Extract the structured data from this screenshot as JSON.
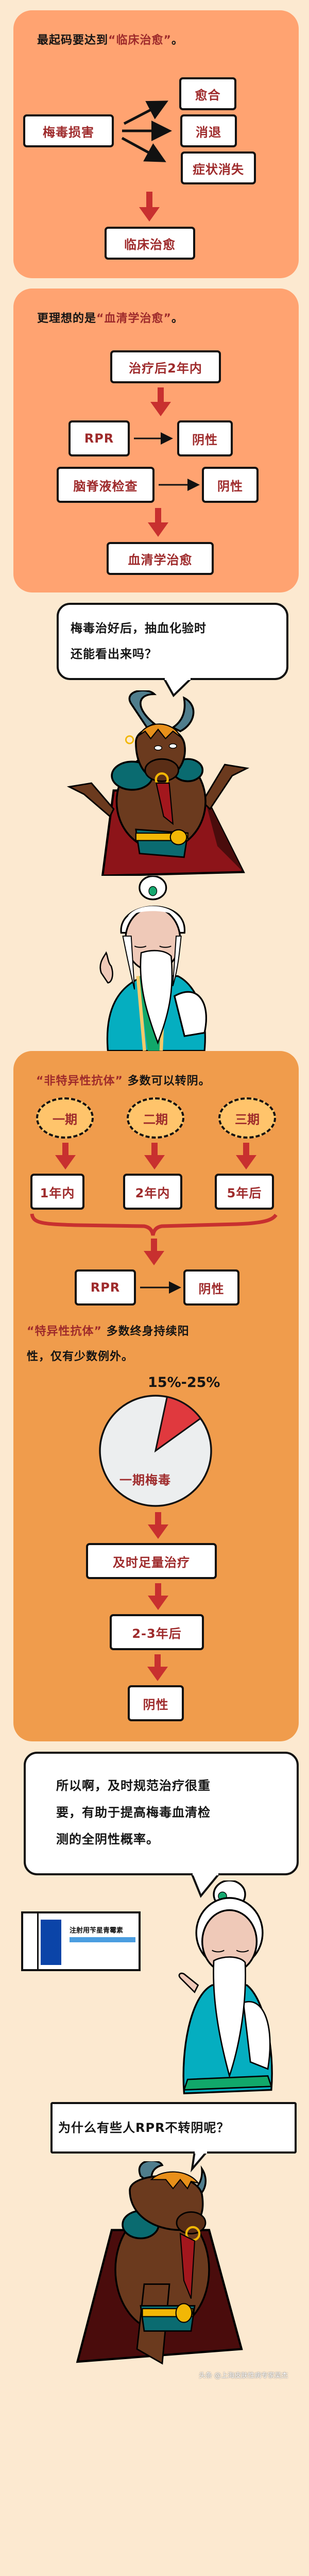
{
  "section1": {
    "title_prefix": "最起码要达到",
    "title_highlight": "“临床治愈”",
    "title_suffix": "。",
    "source": "梅毒损害",
    "outcomes": [
      "愈合",
      "消退",
      "症状消失"
    ],
    "result": "临床治愈"
  },
  "section2": {
    "title_prefix": "更理想的是",
    "title_highlight": "“血清学治愈”",
    "title_suffix": "。",
    "timeframe": "治疗后2年内",
    "test1": "RPR",
    "test1_result": "阴性",
    "test2": "脑脊液检查",
    "test2_result": "阴性",
    "result": "血清学治愈"
  },
  "bubble1": {
    "line1": "梅毒治好后，抽血化验时",
    "line2": "还能看出来吗？"
  },
  "section3": {
    "title_highlight": "“非特异性抗体”",
    "title_suffix": "多数可以转阴。",
    "stages": [
      {
        "stage": "一期",
        "time": "1年内"
      },
      {
        "stage": "二期",
        "time": "2年内"
      },
      {
        "stage": "三期",
        "time": "5年后"
      }
    ],
    "test": "RPR",
    "test_result": "阴性",
    "text2_highlight": "“特异性抗体”",
    "text2_line1": "多数终身持续阳",
    "text2_line2": "性，仅有少数例外。",
    "pie": {
      "percent_label": "15%-25%",
      "label": "一期梅毒",
      "slice_color": "#e0393e",
      "base_color": "#eceeef"
    },
    "step1": "及时足量治疗",
    "step2": "2-3年后",
    "final": "阴性"
  },
  "bubble2": {
    "line1": "所以啊，及时规范治疗很重",
    "line2": "要，有助于提高梅毒血清检",
    "line3": "测的全阴性概率。"
  },
  "medicine_box": {
    "label": "注射用苄星青霉素"
  },
  "bubble3": {
    "text": "为什么有些人RPR不转阴呢？"
  },
  "watermark": "头条 @上海皮肤性病专家吴杰",
  "colors": {
    "background": "#fce9d0",
    "panel": "#ffa371",
    "panel_dark": "#f09c4c",
    "highlight_text": "#9e2a2b",
    "arrow_red": "#c8302f"
  }
}
